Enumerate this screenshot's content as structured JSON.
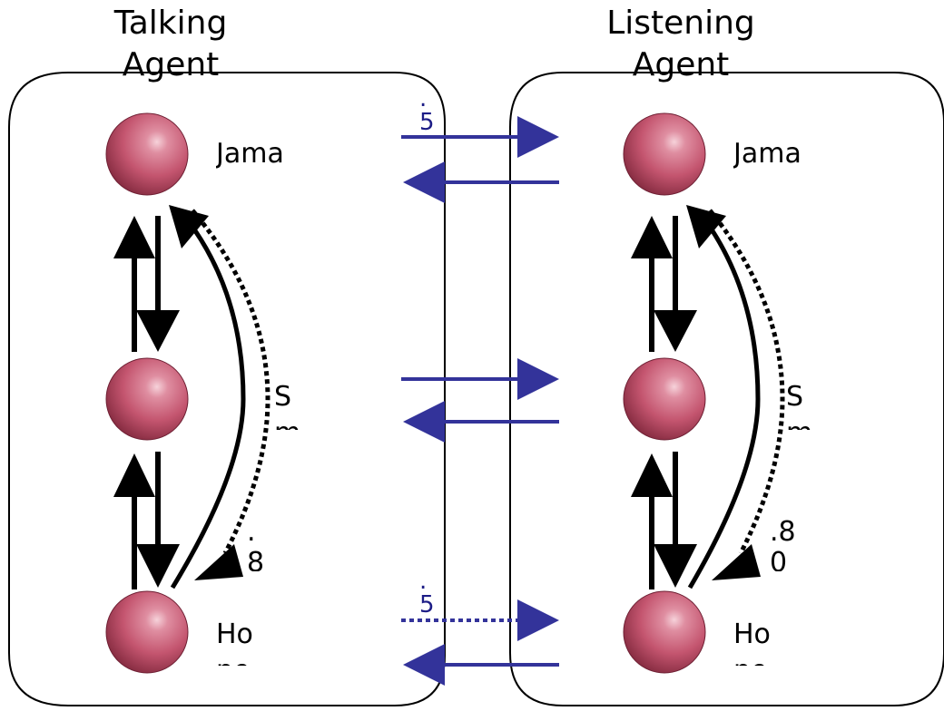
{
  "agents": {
    "talking": {
      "title_line1": "Talking",
      "title_line2": "Agent"
    },
    "listening": {
      "title_line1": "Listening",
      "title_line2": "Agent"
    }
  },
  "nodes": {
    "talking": {
      "top_label": "Jama yaps",
      "middle_label": "Sm",
      "bottom_label": "Ho ne"
    },
    "listening": {
      "top_label": "Jama yaps",
      "middle_label": "Sm",
      "bottom_label": "Ho ne"
    }
  },
  "edge_labels": {
    "talking_curve": ". 8",
    "listening_curve": ".8 0",
    "between_top": ". 5",
    "between_bottom": ". 5"
  },
  "colors": {
    "box_stroke": "#000000",
    "arrow_black": "#000000",
    "arrow_blue": "#33339a",
    "blue_text": "#1c1c86",
    "sphere_base": "#c4556f",
    "sphere_highlight": "#f3c3cf",
    "sphere_shadow": "#7a2438"
  },
  "icons": {
    "node": "sphere-icon",
    "arrow": "arrow-icon"
  }
}
